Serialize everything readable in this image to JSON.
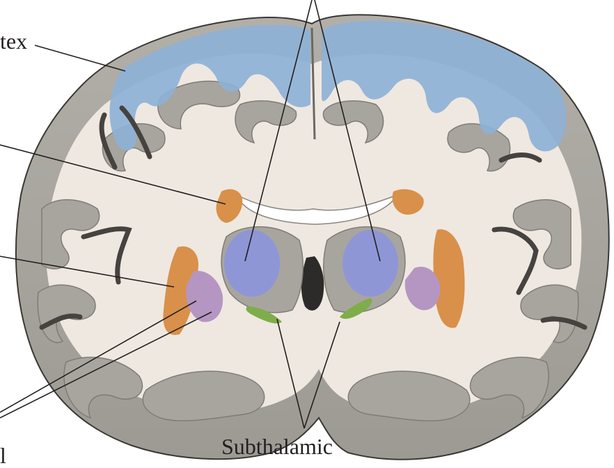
{
  "labels": {
    "cortex_fragment": "tex",
    "partial_fragment": "l",
    "subthalamic": "Subthalamic"
  },
  "colors": {
    "background": "#ffffff",
    "white_matter": "#efe8e0",
    "gray_matter": "#a8a59f",
    "dark_sulcus": "#45423f",
    "cortex_blue": "#8eb1d6",
    "orange_structure": "#d9904a",
    "blue_structure": "#8f96d6",
    "purple_structure": "#b596c2",
    "green_structure": "#7fad4a",
    "leader_line": "#231f20"
  }
}
